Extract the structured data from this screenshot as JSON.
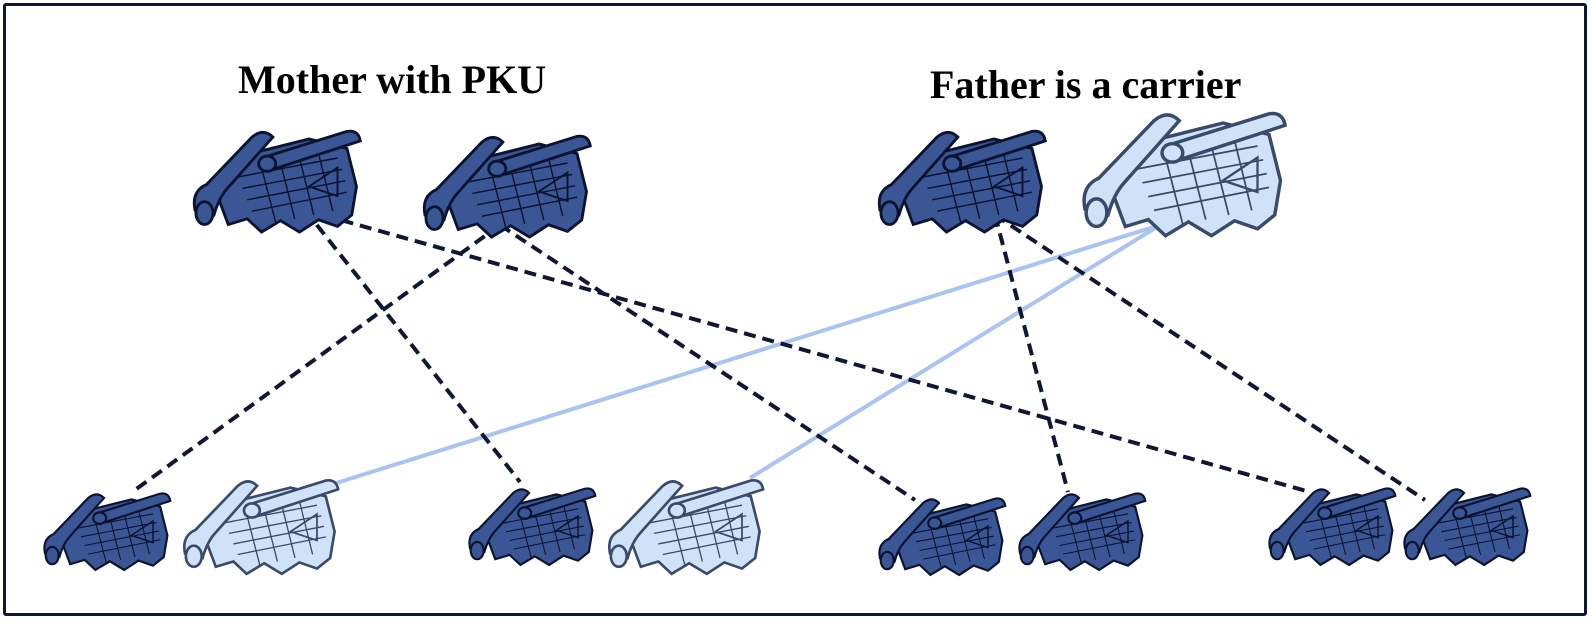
{
  "titles": {
    "mother": "Mother with PKU",
    "father": "Father is a carrier"
  },
  "legend_colors": {
    "recessive_allele": "#3b5694",
    "normal_allele": "#cfe2f7",
    "recessive_link": "#0f1733",
    "normal_link": "#a9c3f2"
  },
  "parents": {
    "mother": {
      "alleles": [
        "recessive",
        "recessive"
      ]
    },
    "father": {
      "alleles": [
        "recessive",
        "normal"
      ]
    }
  },
  "offspring": [
    {
      "alleles": [
        "recessive",
        "normal"
      ]
    },
    {
      "alleles": [
        "recessive",
        "normal"
      ]
    },
    {
      "alleles": [
        "recessive",
        "recessive"
      ]
    },
    {
      "alleles": [
        "recessive",
        "recessive"
      ]
    }
  ],
  "icon_name": "blueprint-scroll-icon"
}
